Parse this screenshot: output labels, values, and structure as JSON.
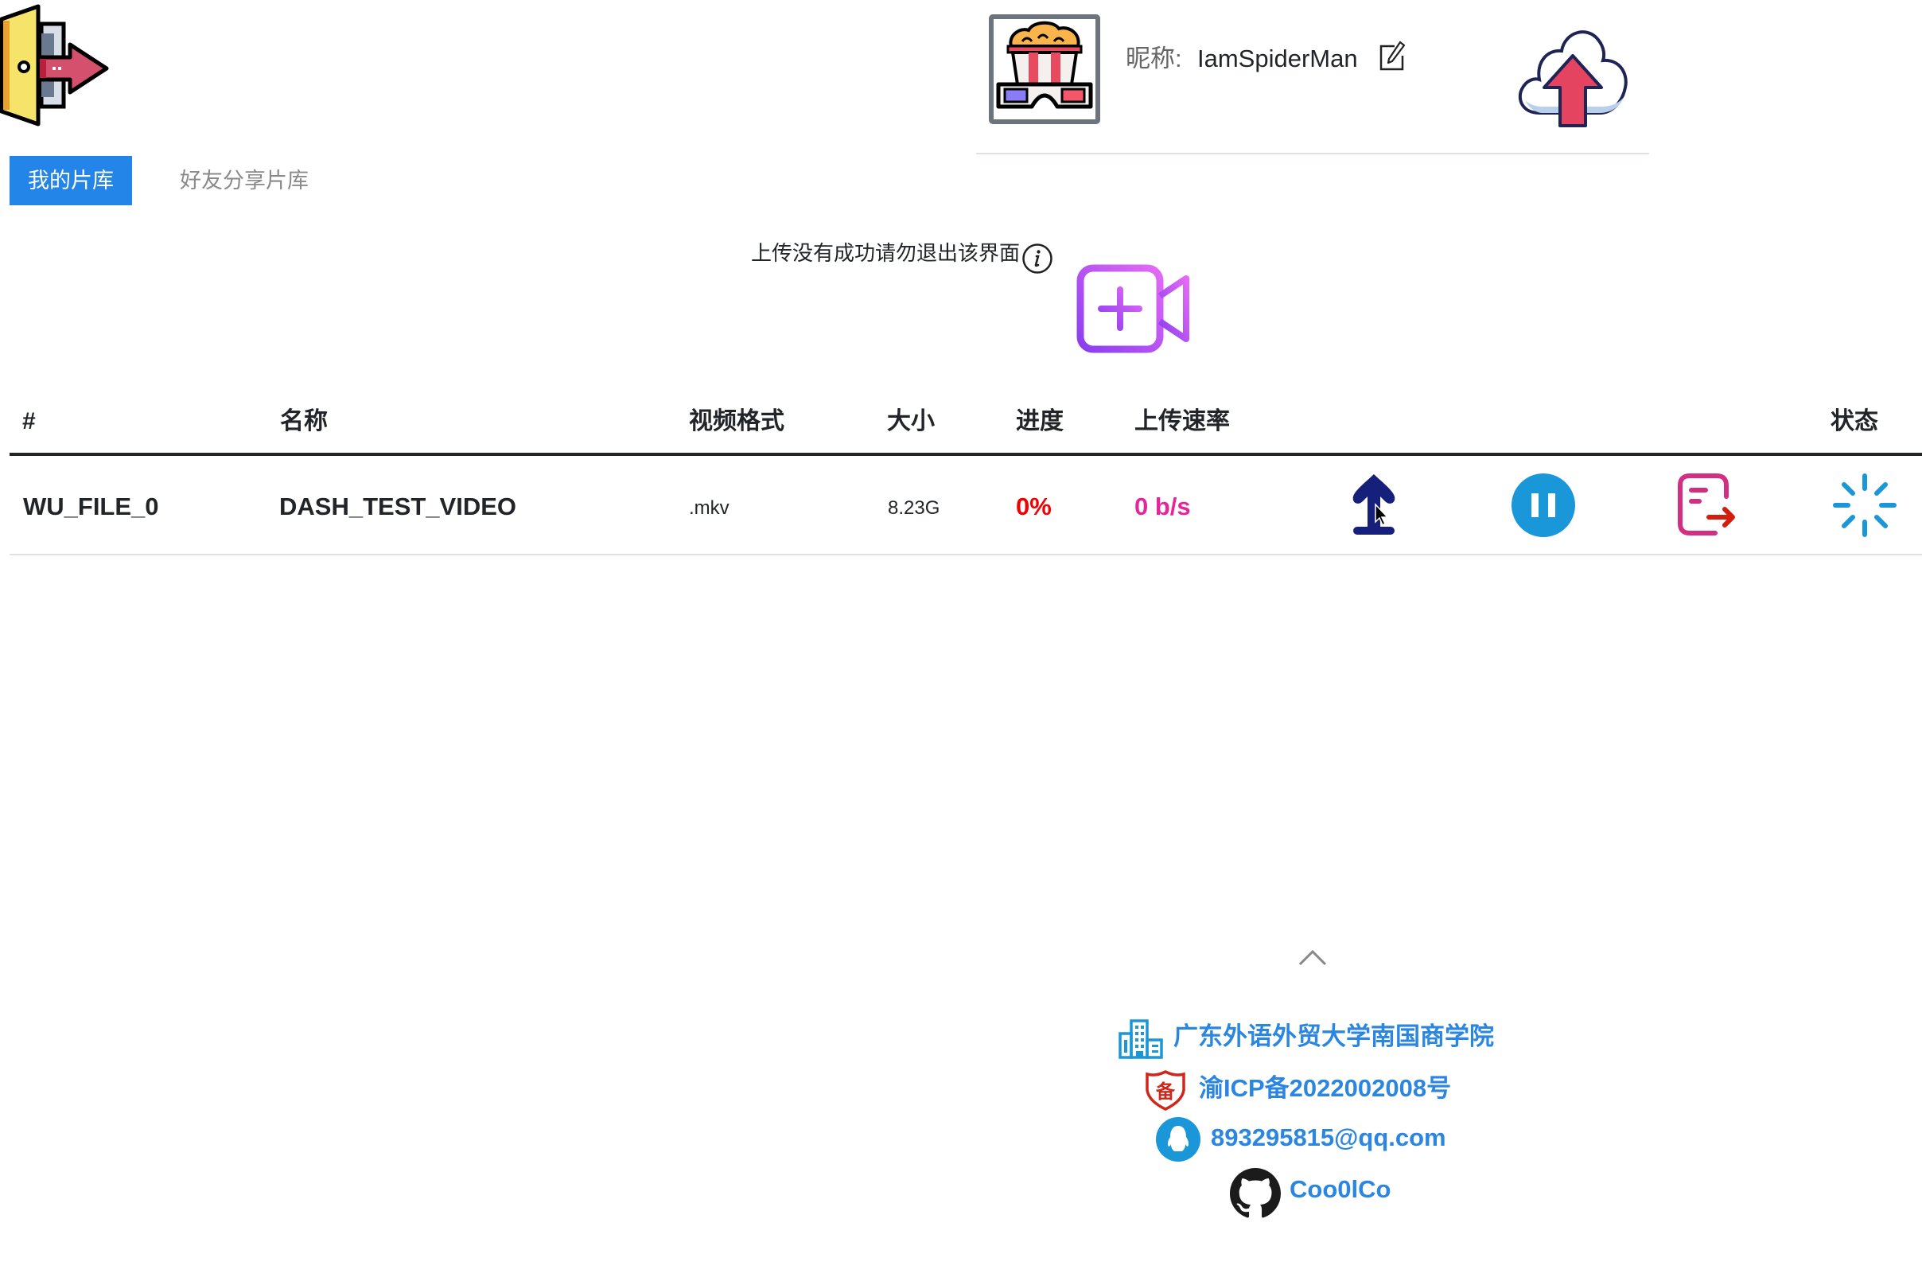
{
  "header": {
    "exit_icon": "door-exit-icon",
    "avatar_icon": "popcorn-3d-glasses-avatar",
    "nickname_label": "昵称:",
    "nickname_value": "IamSpiderMan",
    "edit_icon": "edit-pencil-icon",
    "upload_icon": "cloud-upload-icon"
  },
  "tabs": [
    {
      "label": "我的片库",
      "active": true
    },
    {
      "label": "好友分享片库",
      "active": false
    }
  ],
  "notice": {
    "text": "上传没有成功请勿退出该界面",
    "info_icon": "info-icon",
    "add_video_icon": "video-add-icon"
  },
  "table": {
    "headers": [
      "#",
      "名称",
      "视频格式",
      "大小",
      "进度",
      "上传速率",
      "状态"
    ],
    "rows": [
      {
        "id": "WU_FILE_0",
        "name": "DASH_TEST_VIDEO",
        "format": ".mkv",
        "size": "8.23G",
        "progress": "0%",
        "rate": "0 b/s",
        "actions": [
          "upload-icon",
          "pause-icon",
          "export-doc-icon"
        ],
        "status_icon": "loading-spinner-icon"
      }
    ]
  },
  "footer": {
    "back_to_top_icon": "chevron-up-icon",
    "school": "广东外语外贸大学南国商学院",
    "icp": "渝ICP备2022002008号",
    "email": "893295815@qq.com",
    "github": "Coo0lCo"
  },
  "colors": {
    "tab_active": "#2385e8",
    "progress": "#f00000",
    "rate": "#e8249a",
    "footer_link": "#2a86e0",
    "pause": "#1a97d9",
    "upload": "#161f7a"
  }
}
